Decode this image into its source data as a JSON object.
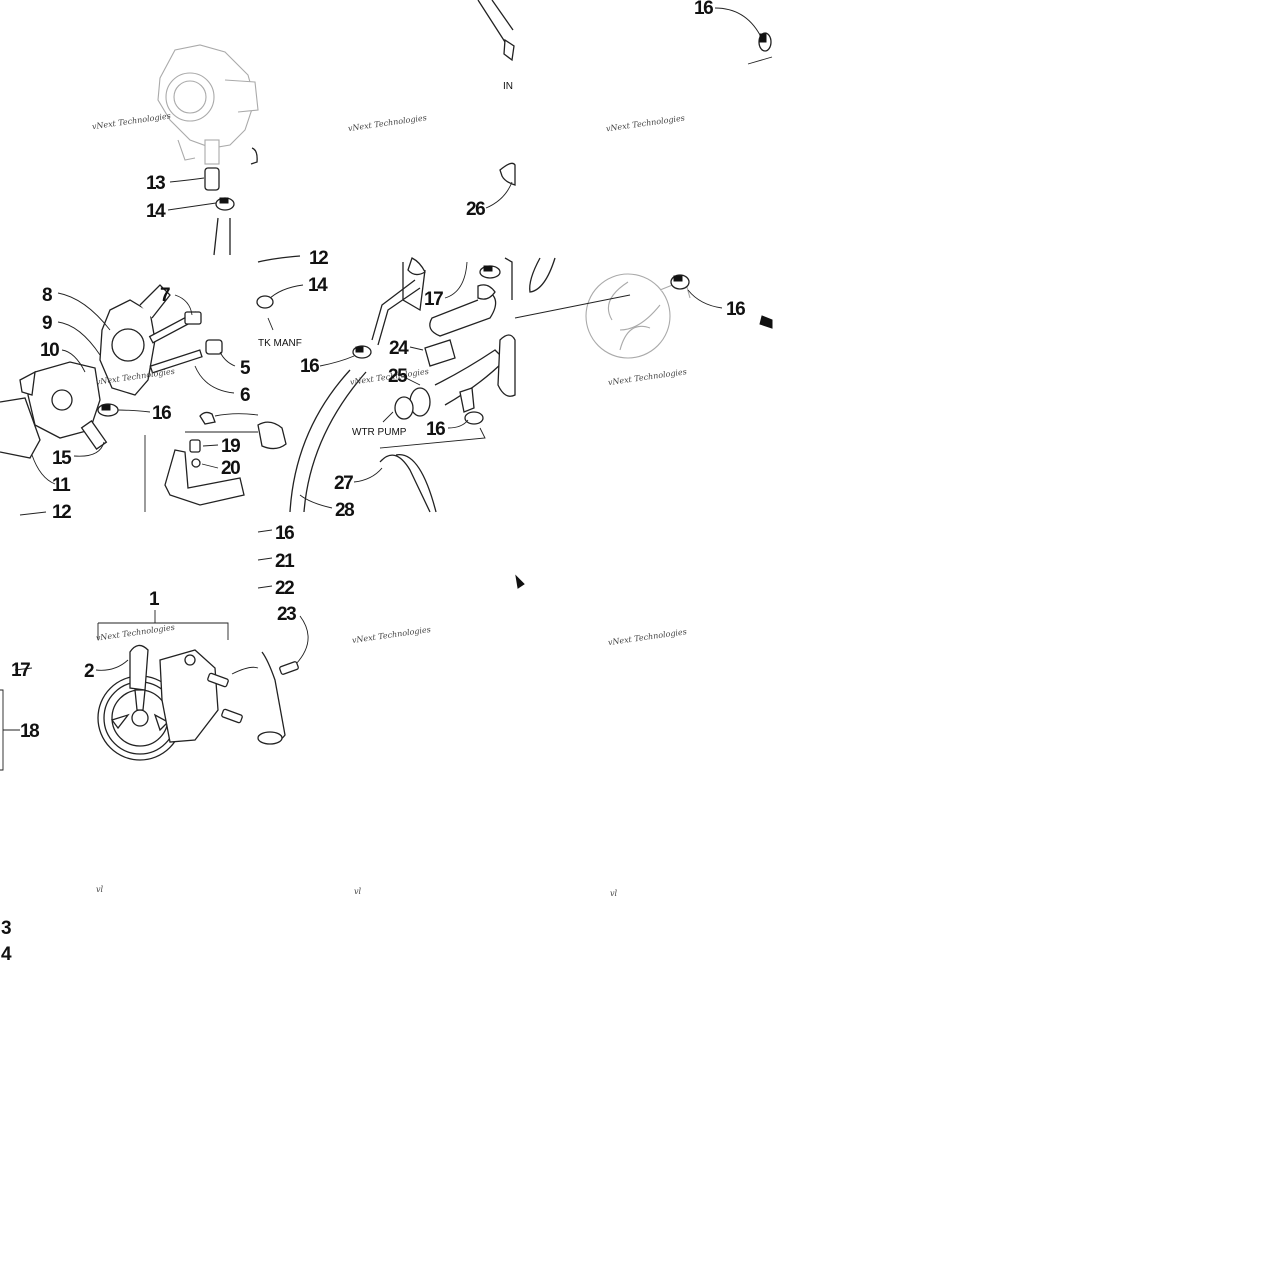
{
  "callouts": [
    {
      "id": "c16-top",
      "text": "16"
    },
    {
      "id": "c13",
      "text": "13"
    },
    {
      "id": "c14-a",
      "text": "14"
    },
    {
      "id": "c26-a",
      "text": "26"
    },
    {
      "id": "c12-a",
      "text": "12"
    },
    {
      "id": "c14-b",
      "text": "14"
    },
    {
      "id": "c17-a",
      "text": "17"
    },
    {
      "id": "c8",
      "text": "8"
    },
    {
      "id": "c7",
      "text": "7"
    },
    {
      "id": "c9",
      "text": "9"
    },
    {
      "id": "c10",
      "text": "10"
    },
    {
      "id": "c5",
      "text": "5"
    },
    {
      "id": "c6",
      "text": "6"
    },
    {
      "id": "c16-b",
      "text": "16"
    },
    {
      "id": "c15",
      "text": "15"
    },
    {
      "id": "c11",
      "text": "11"
    },
    {
      "id": "c12-b",
      "text": "12"
    },
    {
      "id": "c19",
      "text": "19"
    },
    {
      "id": "c20",
      "text": "20"
    },
    {
      "id": "c16-c",
      "text": "16"
    },
    {
      "id": "c24",
      "text": "24"
    },
    {
      "id": "c25",
      "text": "25"
    },
    {
      "id": "c16-d",
      "text": "16"
    },
    {
      "id": "c27",
      "text": "27"
    },
    {
      "id": "c28",
      "text": "28"
    },
    {
      "id": "c16-e",
      "text": "16"
    },
    {
      "id": "c16-f",
      "text": "16"
    },
    {
      "id": "c21",
      "text": "21"
    },
    {
      "id": "c22",
      "text": "22"
    },
    {
      "id": "c23",
      "text": "23"
    },
    {
      "id": "c1",
      "text": "1"
    },
    {
      "id": "c2",
      "text": "2"
    },
    {
      "id": "c17-b",
      "text": "17"
    },
    {
      "id": "c18",
      "text": "18"
    },
    {
      "id": "c3",
      "text": "3"
    },
    {
      "id": "c4",
      "text": "4"
    }
  ],
  "notes": {
    "intake_partial": "IN",
    "intake_manifold": "TK MANF",
    "water_pump": "WTR PUMP"
  },
  "watermark": {
    "text": "vNext Technologies",
    "partial": "vl"
  },
  "colors": {
    "line": "#222222",
    "watermark": "#444444",
    "background": "#ffffff"
  }
}
